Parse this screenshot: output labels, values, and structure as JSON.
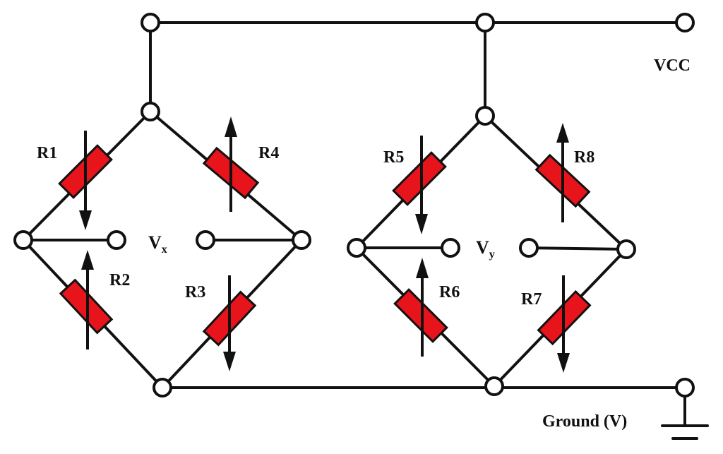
{
  "labels": {
    "r1": "R1",
    "r2": "R2",
    "r3": "R3",
    "r4": "R4",
    "r5": "R5",
    "r6": "R6",
    "r7": "R7",
    "r8": "R8",
    "vx_main": "V",
    "vx_sub": "x",
    "vy_main": "V",
    "vy_sub": "y",
    "vcc": "VCC",
    "ground": "Ground (V)"
  },
  "colors": {
    "resistor": "#e8141c",
    "line": "#111111"
  }
}
